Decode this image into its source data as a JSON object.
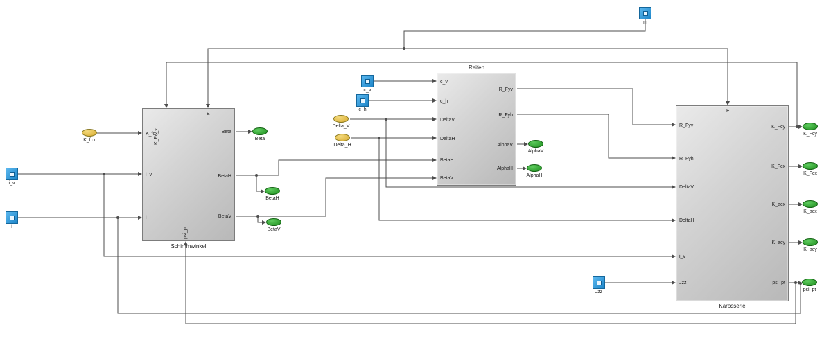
{
  "diagram": {
    "background": "#ffffff",
    "wire_color": "#4d4d4d"
  },
  "blocks": {
    "schimmwinkel": {
      "title": "Schimmwinkel",
      "top_port_left": "K_Fc_v",
      "top_port_right": "E",
      "left_ports": [
        "K_fcx",
        "i_v",
        "i"
      ],
      "right_ports": [
        "Beta",
        "BetaH",
        "BetaV"
      ],
      "bottom_port": "psi_pt"
    },
    "reifen": {
      "title": "Reifen",
      "left_ports": [
        "c_v",
        "c_h",
        "DeltaV",
        "DeltaH",
        "BetaH",
        "BetaV"
      ],
      "right_ports": [
        "R_Fyv",
        "R_Fyh",
        "AlphaV",
        "AlphaH"
      ]
    },
    "karosserie": {
      "title": "Karosserie",
      "top_port": "E",
      "left_ports": [
        "R_Fyv",
        "R_Fyh",
        "DeltaV",
        "DeltaH",
        "i_v",
        "Jzz"
      ],
      "right_ports": [
        "K_Fcy",
        "K_Fcx",
        "K_acx",
        "K_acy",
        "psi_pt"
      ]
    }
  },
  "constant_blocks": [
    {
      "label": "i_v"
    },
    {
      "label": "i"
    },
    {
      "label": "c_v"
    },
    {
      "label": "c_h"
    },
    {
      "label": "m"
    },
    {
      "label": "Jzz"
    }
  ],
  "input_tags": [
    {
      "label": "K_fcx"
    },
    {
      "label": "Delta_V"
    },
    {
      "label": "Delta_H"
    }
  ],
  "output_tags": [
    {
      "label": "Beta"
    },
    {
      "label": "BetaH"
    },
    {
      "label": "BetaV"
    },
    {
      "label": "AlphaV"
    },
    {
      "label": "AlphaH"
    },
    {
      "label": "K_Fcy"
    },
    {
      "label": "K_Fcx"
    },
    {
      "label": "K_acx"
    },
    {
      "label": "K_acy"
    },
    {
      "label": "psi_pt"
    }
  ],
  "colors": {
    "block_border": "#7c7c7c",
    "constant_fill": "#2f9bd8",
    "input_fill": "#e0bb45",
    "output_fill": "#2ca02c"
  }
}
